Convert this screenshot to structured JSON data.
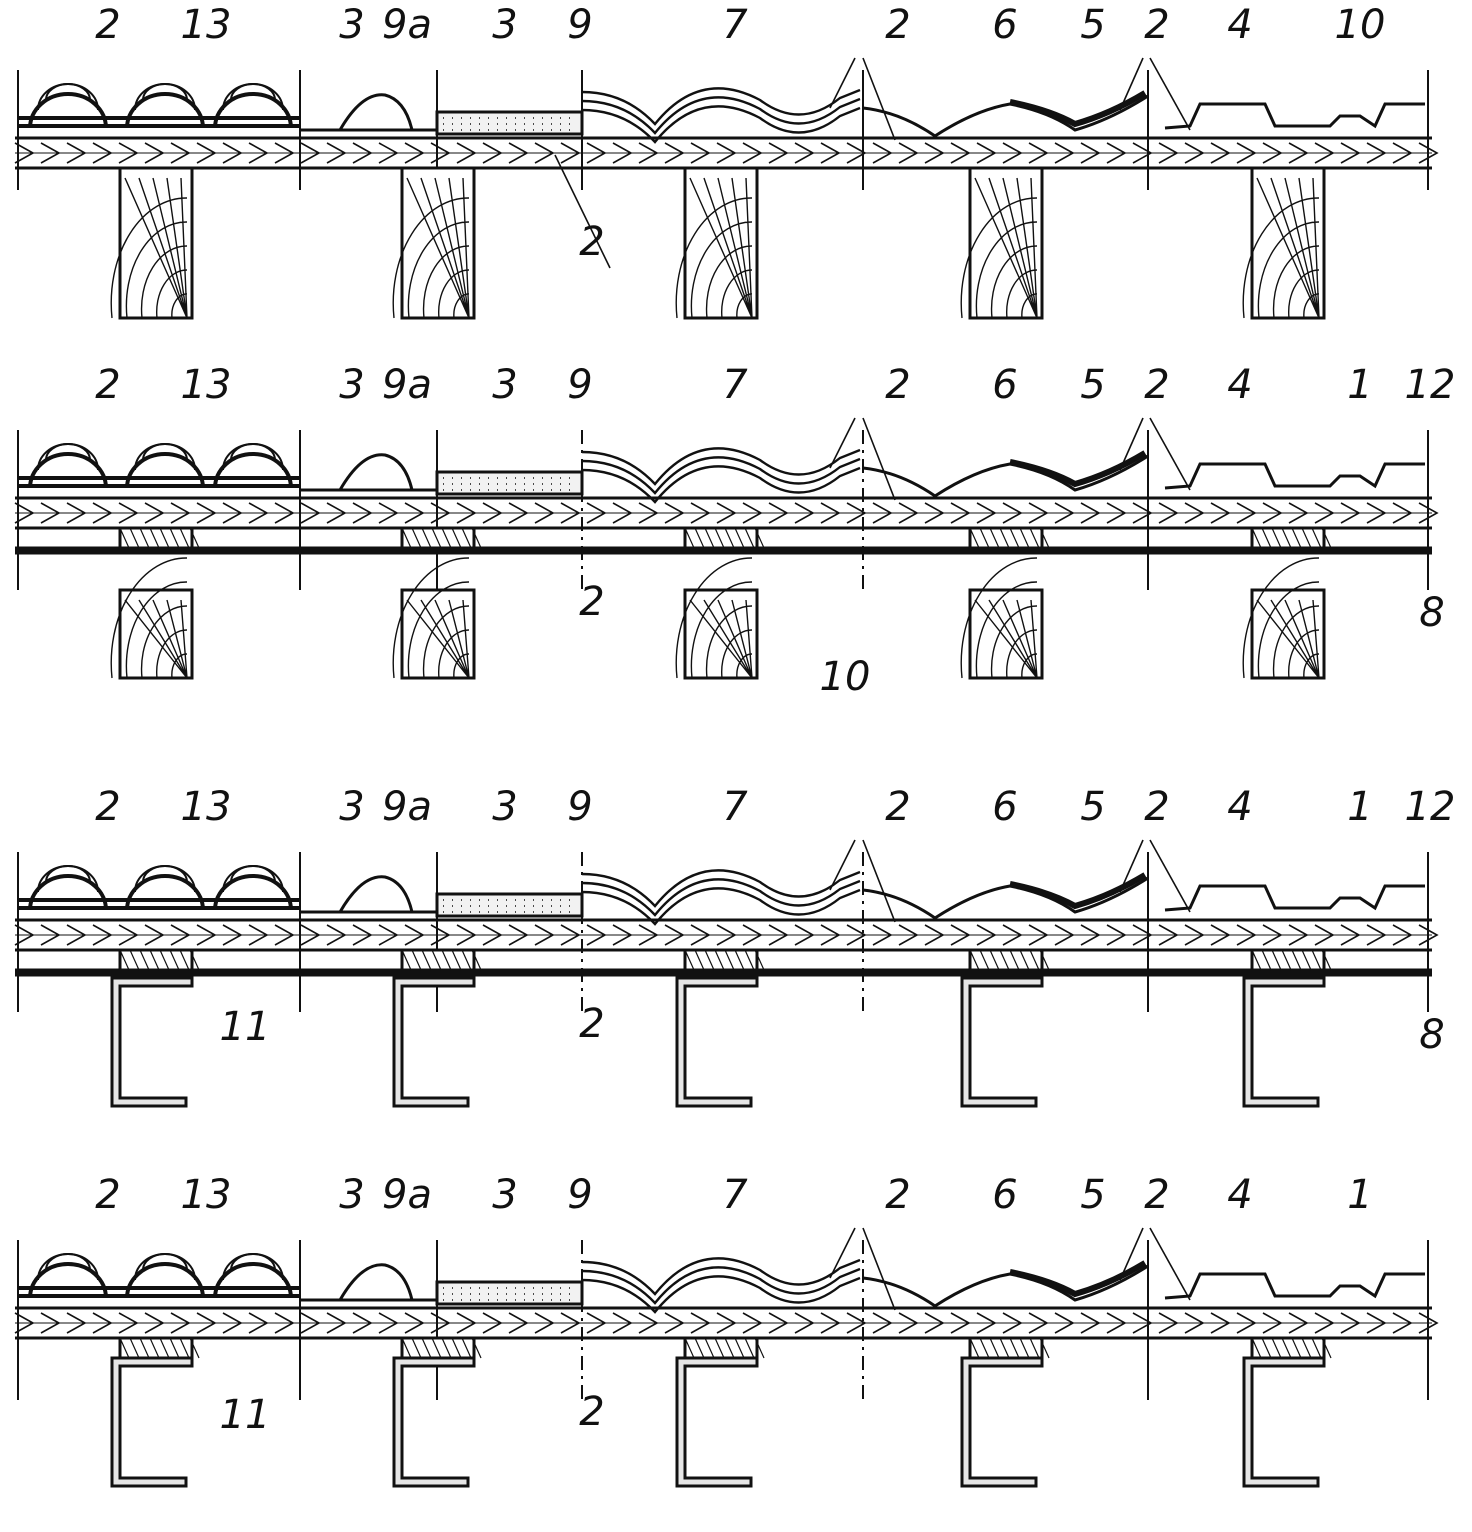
{
  "figure": {
    "panels": [
      {
        "id": "panel-1",
        "support": "timber-beam",
        "has_sheathing": false,
        "has_purlin_pad": false,
        "labels": {
          "top": [
            "2",
            "13",
            "3",
            "9a",
            "3",
            "9",
            "7",
            "2",
            "6",
            "5",
            "2",
            "4",
            "10"
          ],
          "bottom": [
            "2"
          ]
        }
      },
      {
        "id": "panel-2",
        "support": "timber-beam",
        "has_sheathing": true,
        "has_purlin_pad": true,
        "labels": {
          "top": [
            "2",
            "13",
            "3",
            "9a",
            "3",
            "9",
            "7",
            "2",
            "6",
            "5",
            "2",
            "4",
            "1",
            "12"
          ],
          "bottom": [
            "2",
            "10",
            "8"
          ]
        }
      },
      {
        "id": "panel-3",
        "support": "steel-channel",
        "has_sheathing": true,
        "has_purlin_pad": true,
        "labels": {
          "top": [
            "2",
            "13",
            "3",
            "9a",
            "3",
            "9",
            "7",
            "2",
            "6",
            "5",
            "2",
            "4",
            "1",
            "12"
          ],
          "bottom": [
            "11",
            "2",
            "8"
          ]
        }
      },
      {
        "id": "panel-4",
        "support": "steel-channel",
        "has_sheathing": false,
        "has_purlin_pad": true,
        "labels": {
          "top": [
            "2",
            "13",
            "3",
            "9a",
            "3",
            "9",
            "7",
            "2",
            "6",
            "5",
            "2",
            "4",
            "1"
          ],
          "bottom": [
            "11",
            "2"
          ]
        }
      }
    ],
    "colors": {
      "ink": "#111111",
      "paper": "#ffffff"
    },
    "icons": {
      "wood-grain": "wood-grain-icon",
      "steel-profile": "steel-channel-icon"
    }
  }
}
